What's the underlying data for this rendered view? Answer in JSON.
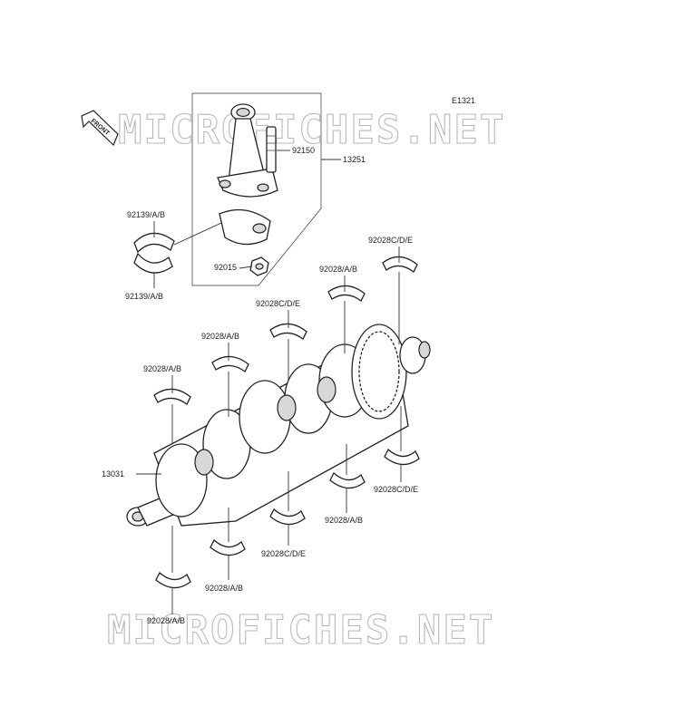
{
  "diagram_code": "E1321",
  "watermark": "MICROFICHES.NET",
  "front_label": "FRONT",
  "parts": {
    "p92150": "92150",
    "p13251": "13251",
    "p92139_top": "92139/A/B",
    "p92139_bot": "92139/A/B",
    "p92015": "92015",
    "p92028cde_a": "92028C/D/E",
    "p92028ab_a": "92028/A/B",
    "p92028cde_b": "92028C/D/E",
    "p92028ab_b": "92028/A/B",
    "p92028ab_c": "92028/A/B",
    "p13031": "13031",
    "p92028cde_c": "92028C/D/E",
    "p92028ab_d": "92028/A/B",
    "p92028cde_d": "92028C/D/E",
    "p92028ab_e": "92028/A/B",
    "p92028ab_f": "92028/A/B"
  }
}
